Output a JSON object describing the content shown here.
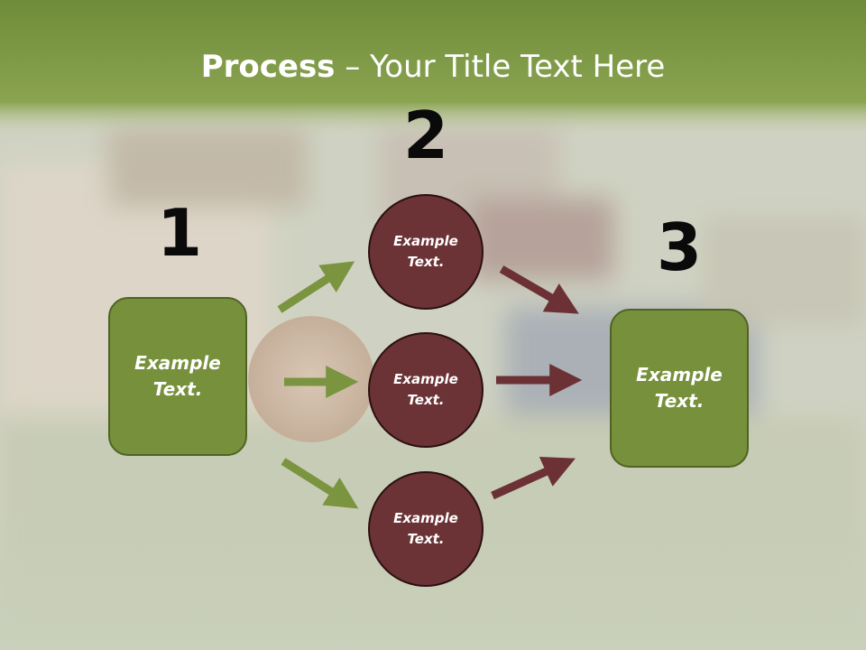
{
  "title": {
    "bold": "Process",
    "rest": " – Your Title Text Here"
  },
  "steps": [
    {
      "number": "1",
      "label": "Example Text."
    },
    {
      "number": "2",
      "labels": [
        "Example Text.",
        "Example Text.",
        "Example Text."
      ]
    },
    {
      "number": "3",
      "label": "Example Text."
    }
  ],
  "colors": {
    "header_green": "#7d9a44",
    "box_green": "#77903c",
    "circle_maroon": "#6b3336",
    "arrow_green": "#7a9440",
    "arrow_maroon": "#6b3134"
  }
}
